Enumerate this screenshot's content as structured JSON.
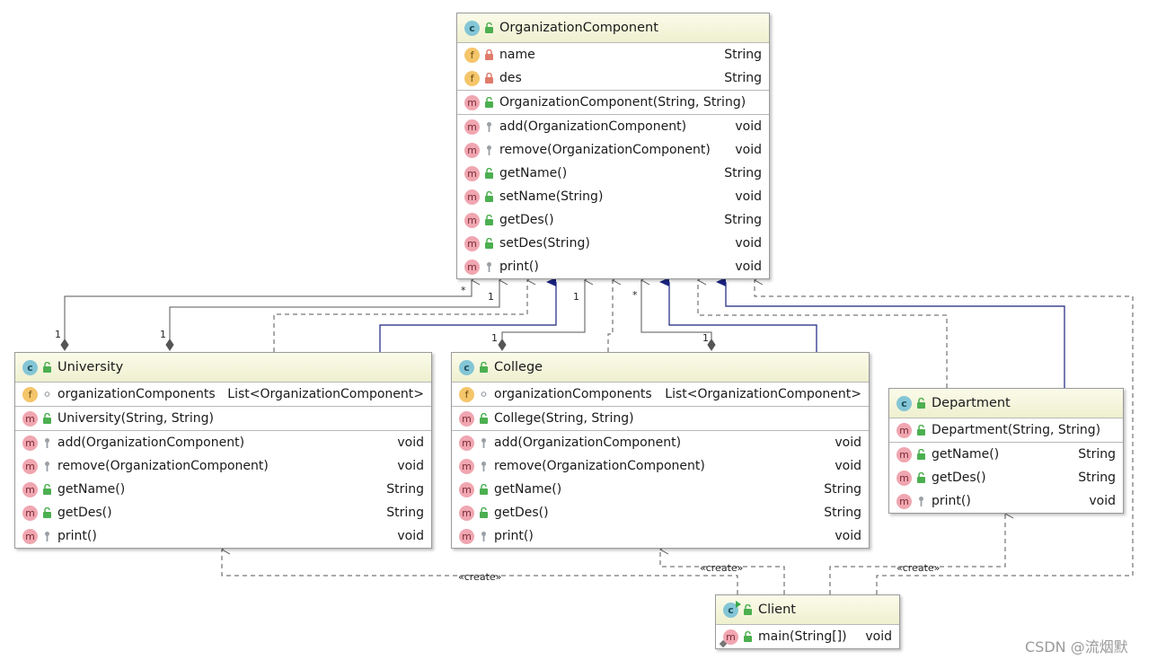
{
  "classes": {
    "component": {
      "name": "OrganizationComponent",
      "fields": [
        {
          "name": "name",
          "type": "String"
        },
        {
          "name": "des",
          "type": "String"
        }
      ],
      "constructors": [
        {
          "name": "OrganizationComponent(String, String)",
          "type": ""
        }
      ],
      "methods": [
        {
          "name": "add(OrganizationComponent)",
          "type": "void"
        },
        {
          "name": "remove(OrganizationComponent)",
          "type": "void"
        },
        {
          "name": "getName()",
          "type": "String"
        },
        {
          "name": "setName(String)",
          "type": "void"
        },
        {
          "name": "getDes()",
          "type": "String"
        },
        {
          "name": "setDes(String)",
          "type": "void"
        },
        {
          "name": "print()",
          "type": "void"
        }
      ]
    },
    "university": {
      "name": "University",
      "fields": [
        {
          "name": "organizationComponents",
          "type": "List<OrganizationComponent>"
        }
      ],
      "constructors": [
        {
          "name": "University(String, String)",
          "type": ""
        }
      ],
      "methods": [
        {
          "name": "add(OrganizationComponent)",
          "type": "void"
        },
        {
          "name": "remove(OrganizationComponent)",
          "type": "void"
        },
        {
          "name": "getName()",
          "type": "String"
        },
        {
          "name": "getDes()",
          "type": "String"
        },
        {
          "name": "print()",
          "type": "void"
        }
      ]
    },
    "college": {
      "name": "College",
      "fields": [
        {
          "name": "organizationComponents",
          "type": "List<OrganizationComponent>"
        }
      ],
      "constructors": [
        {
          "name": "College(String, String)",
          "type": ""
        }
      ],
      "methods": [
        {
          "name": "add(OrganizationComponent)",
          "type": "void"
        },
        {
          "name": "remove(OrganizationComponent)",
          "type": "void"
        },
        {
          "name": "getName()",
          "type": "String"
        },
        {
          "name": "getDes()",
          "type": "String"
        },
        {
          "name": "print()",
          "type": "void"
        }
      ]
    },
    "department": {
      "name": "Department",
      "constructors": [
        {
          "name": "Department(String, String)",
          "type": ""
        }
      ],
      "methods": [
        {
          "name": "getName()",
          "type": "String"
        },
        {
          "name": "getDes()",
          "type": "String"
        },
        {
          "name": "print()",
          "type": "void"
        }
      ]
    },
    "client": {
      "name": "Client",
      "methods": [
        {
          "name": "main(String[])",
          "type": "void"
        }
      ]
    }
  },
  "badges": {
    "class": "c",
    "field": "f",
    "method": "m"
  },
  "multiplicities": {
    "many": "*",
    "one": "1"
  },
  "stereotype_create": "«create»",
  "watermark": "CSDN @流烟默",
  "colors": {
    "generalization": "#1a237e",
    "dependency": "#555555",
    "aggregation": "#555555",
    "header_bg": "#eef0cf"
  }
}
